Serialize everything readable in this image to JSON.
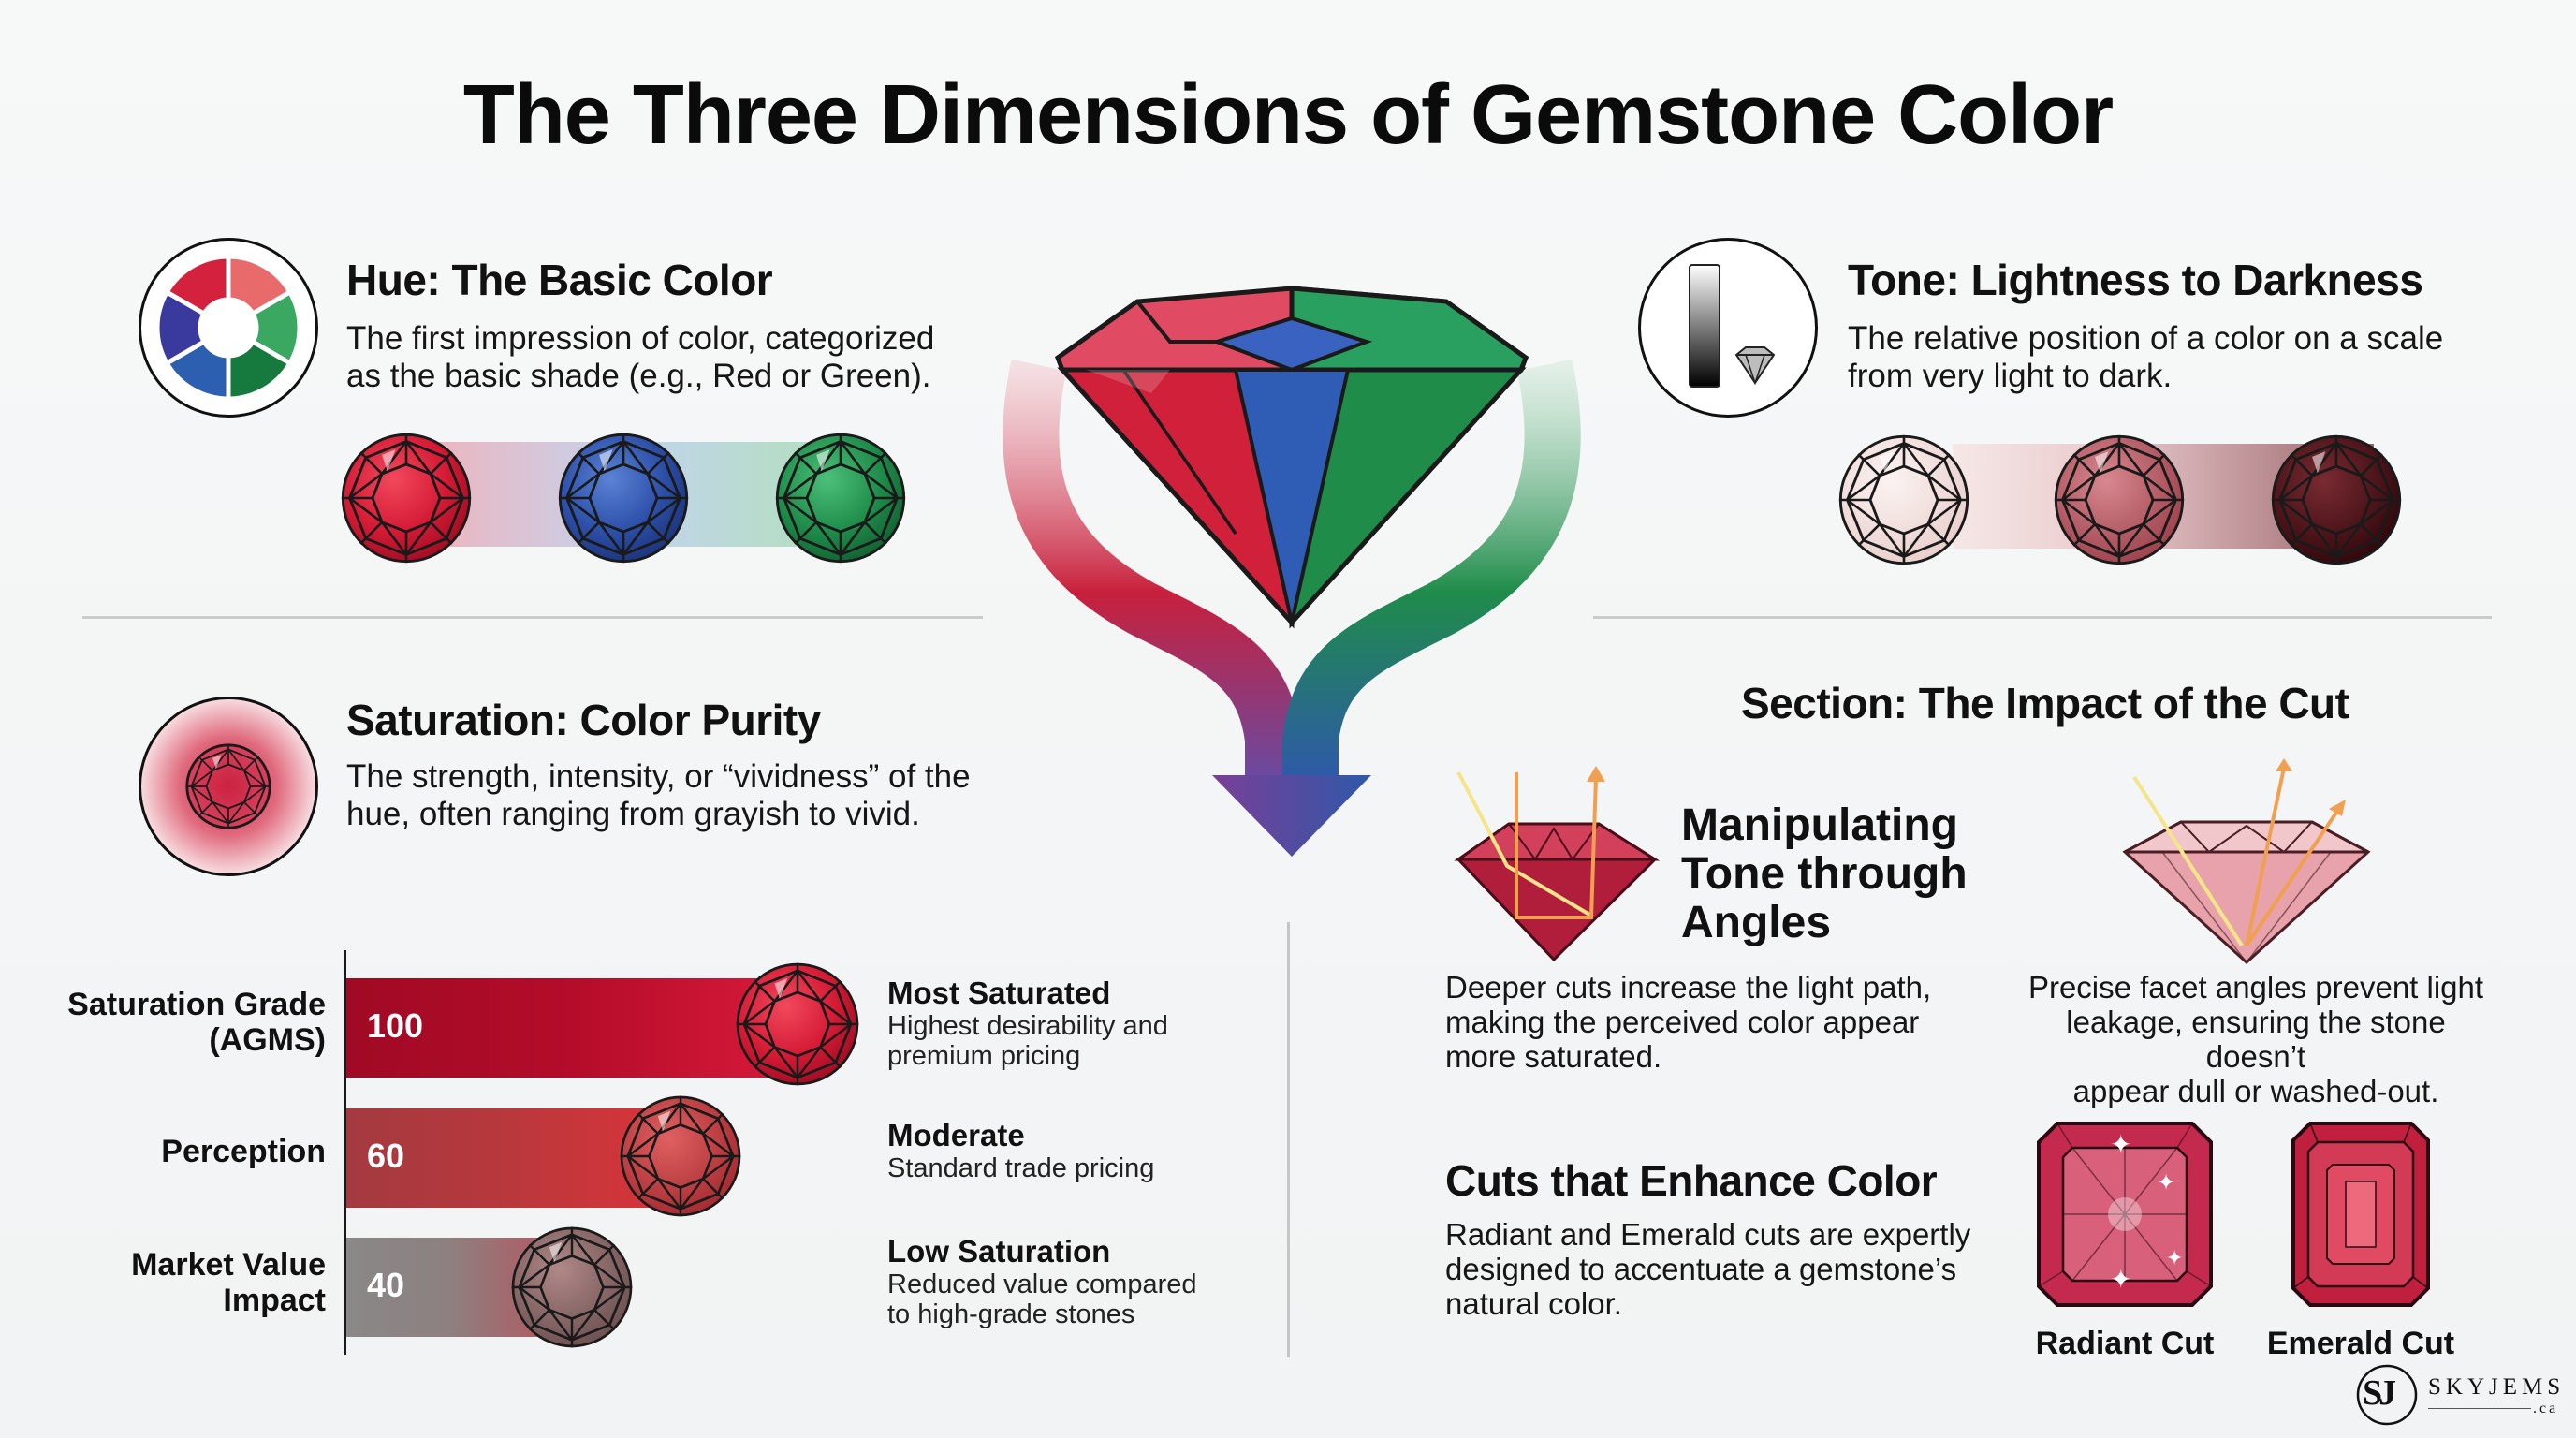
{
  "title": "The Three Dimensions of Gemstone Color",
  "hue": {
    "heading": "Hue: The Basic Color",
    "description_lines": [
      "The first impression of color, categorized",
      "as the basic shade (e.g., Red or Green)."
    ],
    "icon": "color-wheel-icon",
    "wheel_colors": [
      "#d4213d",
      "#e86a6a",
      "#3aa860",
      "#167a3e",
      "#2d5fb0",
      "#3a3a9e"
    ],
    "gems": [
      {
        "name": "red-gem",
        "color": "#d61f33"
      },
      {
        "name": "blue-gem",
        "color": "#2c4fa8"
      },
      {
        "name": "green-gem",
        "color": "#1f8c4a"
      }
    ]
  },
  "tone": {
    "heading": "Tone: Lightness to Darkness",
    "description_lines": [
      "The relative position of a color on a scale",
      "from very light to dark."
    ],
    "icon": "tone-scale-icon",
    "gems": [
      {
        "name": "light-tone-gem",
        "color": "#f3e3e1"
      },
      {
        "name": "medium-tone-gem",
        "color": "#b4555e"
      },
      {
        "name": "dark-tone-gem",
        "color": "#4a1218"
      }
    ]
  },
  "saturation": {
    "heading": "Saturation: Color Purity",
    "description_lines": [
      "The strength, intensity, or “vividness” of the",
      "hue, often ranging from grayish to vivid."
    ],
    "icon": "saturation-gem-icon"
  },
  "chart_data": {
    "type": "bar",
    "orientation": "horizontal",
    "categories": [
      "Saturation Grade (AGMS)",
      "Perception",
      "Market Value Impact"
    ],
    "values": [
      100,
      60,
      40
    ],
    "annotations": [
      {
        "title": "Most Saturated",
        "description": "Highest desirability and premium pricing"
      },
      {
        "title": "Moderate",
        "description": "Standard trade pricing"
      },
      {
        "title": "Low Saturation",
        "description": "Reduced value compared to high-grade stones"
      }
    ],
    "colors": [
      "#c8102e",
      "#c0393f",
      "#8f8585"
    ],
    "xlim": [
      0,
      100
    ],
    "grid": false,
    "legend": false
  },
  "bars": {
    "rows": [
      {
        "label_lines": [
          "Saturation Grade",
          "(AGMS)"
        ],
        "value": "100",
        "title": "Most Saturated",
        "desc_lines": [
          "Highest desirability and",
          "premium pricing"
        ]
      },
      {
        "label_lines": [
          "Perception"
        ],
        "value": "60",
        "title": "Moderate",
        "desc_lines": [
          "Standard trade pricing"
        ]
      },
      {
        "label_lines": [
          "Market Value",
          "Impact"
        ],
        "value": "40",
        "title": "Low Saturation",
        "desc_lines": [
          "Reduced value compared",
          "to high-grade stones"
        ]
      }
    ]
  },
  "cut": {
    "section_heading": "Section: The Impact of the Cut",
    "angles_heading_lines": [
      "Manipulating",
      "Tone through",
      "Angles"
    ],
    "deep_cut_desc_lines": [
      "Deeper cuts increase the light path,",
      "making the perceived color appear",
      "more saturated."
    ],
    "precise_cut_desc_lines": [
      "Precise facet angles prevent light",
      "leakage, ensuring the stone doesn’t",
      "appear dull or washed-out."
    ],
    "enhance_heading": "Cuts that Enhance Color",
    "enhance_desc_lines": [
      "Radiant and Emerald cuts are expertly",
      "designed to accentuate a gemstone’s",
      "natural color."
    ],
    "radiant_label": "Radiant Cut",
    "emerald_label": "Emerald Cut"
  },
  "logo": {
    "monogram": "SJ",
    "name": "SKYJEMS",
    "suffix": ".ca"
  },
  "colors": {
    "ruby": "#c8102e",
    "sapphire": "#2c4fa8",
    "emerald": "#1f8c4a",
    "light_ray": "#f5e58a",
    "reflect_ray": "#f0a050"
  }
}
